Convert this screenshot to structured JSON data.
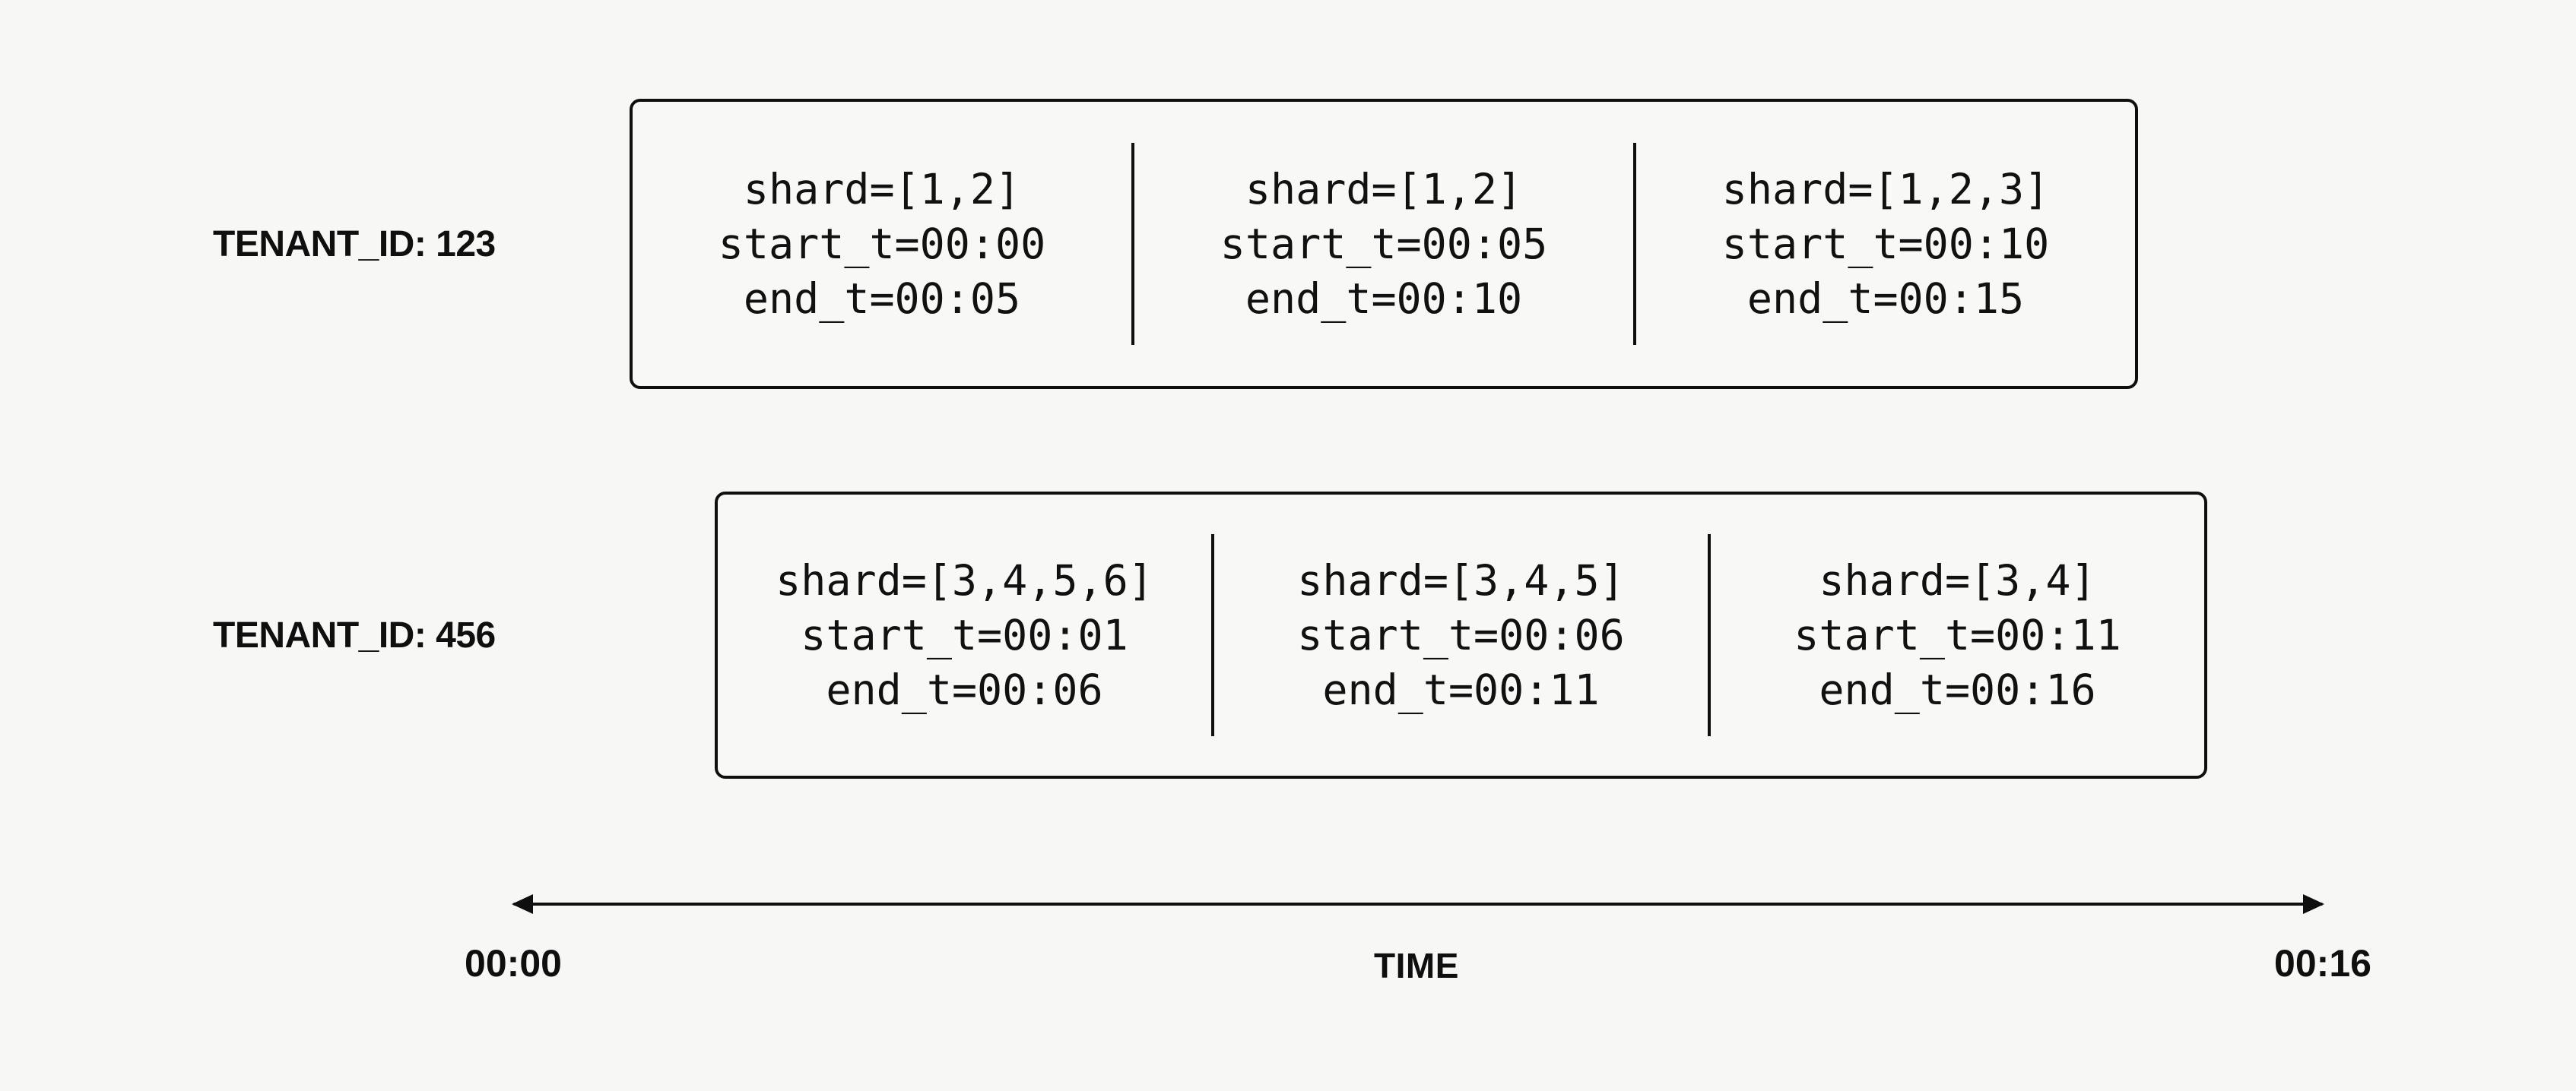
{
  "page": {
    "background_color": "#f7f7f5",
    "line_color": "#0f0f0f",
    "text_color": "#111111"
  },
  "tenants": [
    {
      "label": "TENANT_ID: 123",
      "segments": [
        {
          "shard": "shard=[1,2]",
          "start": "start_t=00:00",
          "end": "end_t=00:05"
        },
        {
          "shard": "shard=[1,2]",
          "start": "start_t=00:05",
          "end": "end_t=00:10"
        },
        {
          "shard": "shard=[1,2,3]",
          "start": "start_t=00:10",
          "end": "end_t=00:15"
        }
      ]
    },
    {
      "label": "TENANT_ID: 456",
      "segments": [
        {
          "shard": "shard=[3,4,5,6]",
          "start": "start_t=00:01",
          "end": "end_t=00:06"
        },
        {
          "shard": "shard=[3,4,5]",
          "start": "start_t=00:06",
          "end": "end_t=00:11"
        },
        {
          "shard": "shard=[3,4]",
          "start": "start_t=00:11",
          "end": "end_t=00:16"
        }
      ]
    }
  ],
  "axis": {
    "start_label": "00:00",
    "title": "TIME",
    "end_label": "00:16"
  }
}
